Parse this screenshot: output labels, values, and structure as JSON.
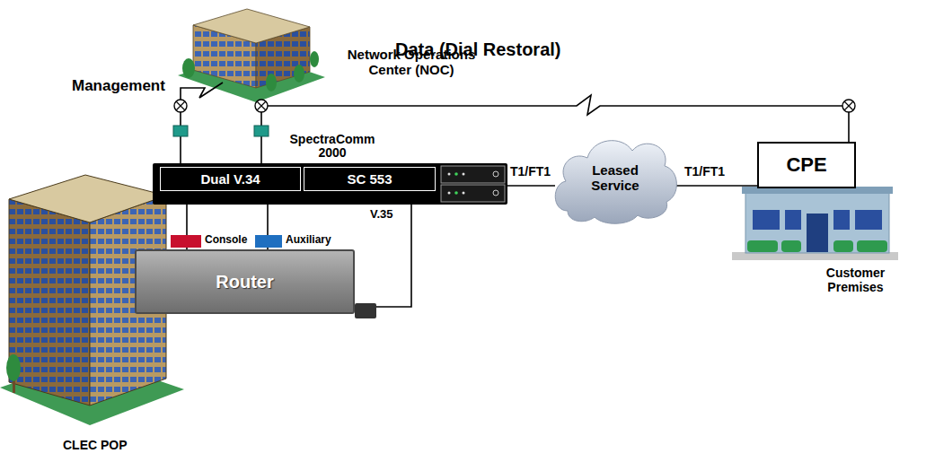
{
  "diagram": {
    "nodes": [
      {
        "text": [
          "SpectraComm 2000"
        ]
      },
      {
        "text": [
          "Dual V.34"
        ],
        "in": 0
      },
      {
        "text": [
          "SC 553"
        ],
        "in": 0
      },
      {
        "text": [
          "Leased Service"
        ]
      },
      {
        "text": [
          "CPE"
        ]
      },
      {
        "text": [
          "Router"
        ]
      }
    ],
    "edges": [
      {
        "from": 1,
        "to": 4,
        "label": "Data (Dial Restoral)",
        "arrow": "none"
      },
      {
        "from": 1,
        "to": 5,
        "arrow": "none"
      },
      {
        "from": 1,
        "to": 5,
        "arrow": "none"
      },
      {
        "from": 2,
        "to": 5,
        "label": "V.35",
        "arrow": "none"
      },
      {
        "from": 0,
        "to": 3,
        "label": "T1/FT1",
        "arrow": "none"
      },
      {
        "from": 3,
        "to": 4,
        "label": "T1/FT1",
        "arrow": "none"
      }
    ],
    "labels": [
      "Network Operations Center (NOC)",
      "Management",
      "Console",
      "Auxiliary",
      "Customer Premises",
      "CLEC POP"
    ]
  }
}
